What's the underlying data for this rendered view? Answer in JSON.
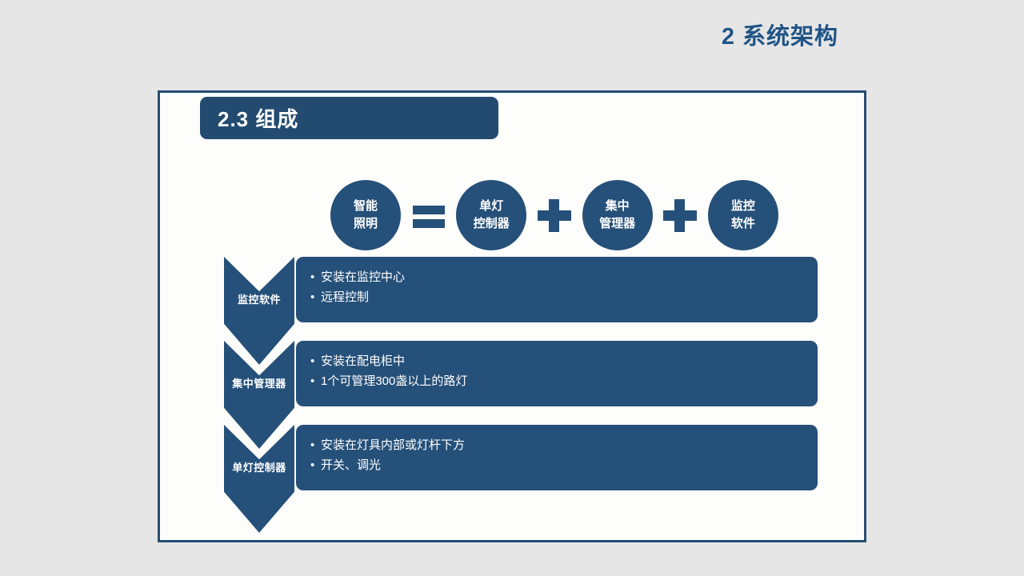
{
  "slide": {
    "title": "2 系统架构",
    "title_color": "#1f5486",
    "background_color": "#e6e6e6",
    "accent_color": "#255079",
    "frame_border_color": "#274c72"
  },
  "section": {
    "header_label": "2.3 组成"
  },
  "equation": {
    "items": [
      {
        "type": "circle",
        "line1": "智能",
        "line2": "照明"
      },
      {
        "type": "operator",
        "symbol": "=",
        "icon": "equals-icon"
      },
      {
        "type": "circle",
        "line1": "单灯",
        "line2": "控制器"
      },
      {
        "type": "operator",
        "symbol": "+",
        "icon": "plus-icon"
      },
      {
        "type": "circle",
        "line1": "集中",
        "line2": "管理器"
      },
      {
        "type": "operator",
        "symbol": "+",
        "icon": "plus-icon"
      },
      {
        "type": "circle",
        "line1": "监控",
        "line2": "软件"
      }
    ]
  },
  "details": {
    "rows": [
      {
        "label": "监控软件",
        "bullets": [
          "安装在监控中心",
          "远程控制"
        ]
      },
      {
        "label": "集中管理器",
        "bullets": [
          "安装在配电柜中",
          "1个可管理300盏以上的路灯"
        ]
      },
      {
        "label": "单灯控制器",
        "bullets": [
          "安装在灯具内部或灯杆下方",
          "开关、调光"
        ]
      }
    ]
  }
}
